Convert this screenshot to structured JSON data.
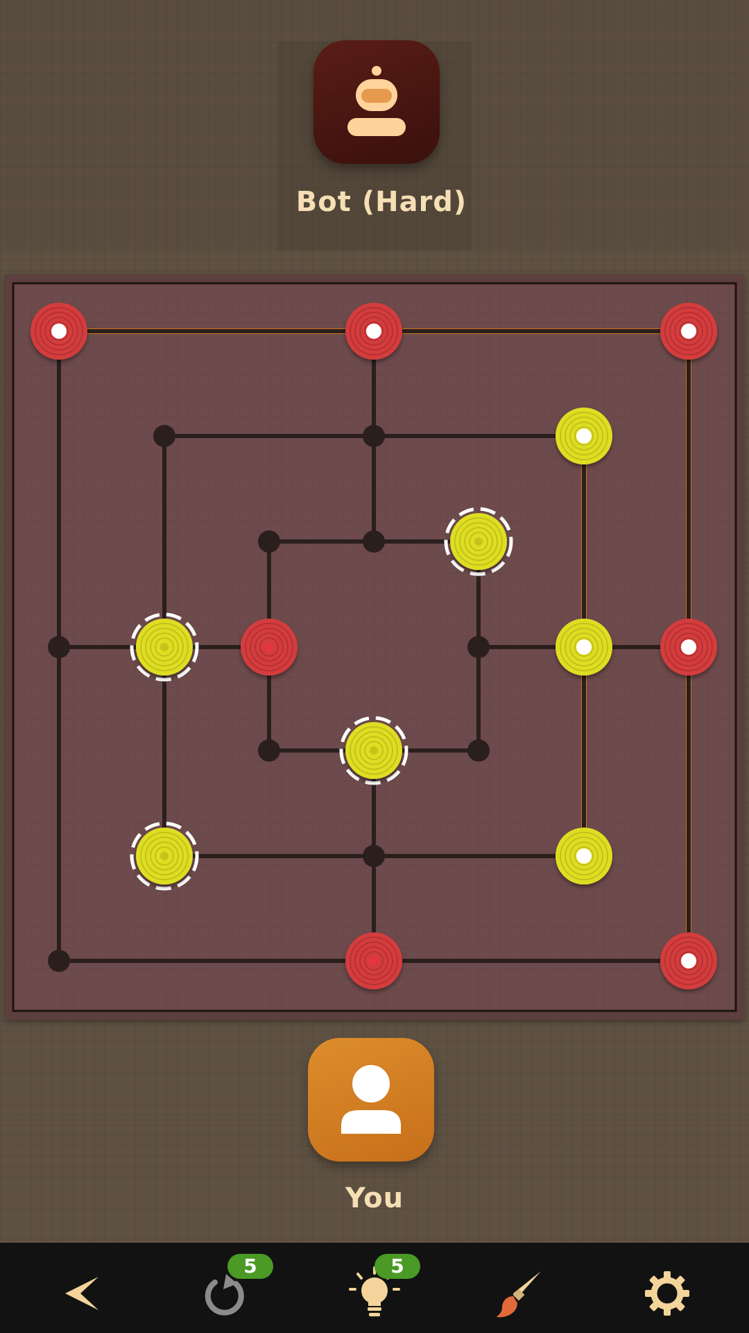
{
  "opponent": {
    "name": "Bot (Hard)",
    "avatar_icon": "robot-icon"
  },
  "player": {
    "name": "You",
    "avatar_icon": "person-icon"
  },
  "board": {
    "red_color": "#d43c3e",
    "yellow_color": "#dede24",
    "highlight_color": "#e8901a",
    "pieces": [
      {
        "point": "a7",
        "color": "red",
        "in_mill": true
      },
      {
        "point": "d7",
        "color": "red",
        "in_mill": true
      },
      {
        "point": "g7",
        "color": "red",
        "in_mill": true
      },
      {
        "point": "f6",
        "color": "yellow",
        "in_mill": true
      },
      {
        "point": "e5",
        "color": "yellow",
        "selectable": true
      },
      {
        "point": "b4",
        "color": "yellow",
        "selectable": true
      },
      {
        "point": "c4",
        "color": "red"
      },
      {
        "point": "f4",
        "color": "yellow",
        "in_mill": true
      },
      {
        "point": "g4",
        "color": "red",
        "in_mill": true
      },
      {
        "point": "d3",
        "color": "yellow",
        "selectable": true
      },
      {
        "point": "b2",
        "color": "yellow",
        "selectable": true
      },
      {
        "point": "f2",
        "color": "yellow",
        "in_mill": true
      },
      {
        "point": "d1",
        "color": "red"
      },
      {
        "point": "g1",
        "color": "red",
        "in_mill": true
      }
    ]
  },
  "toolbar": {
    "back": {
      "icon": "back-arrow-icon"
    },
    "undo": {
      "icon": "undo-icon",
      "count": "5"
    },
    "hint": {
      "icon": "lightbulb-icon",
      "count": "5"
    },
    "theme": {
      "icon": "paintbrush-icon"
    },
    "settings": {
      "icon": "gear-icon"
    }
  }
}
